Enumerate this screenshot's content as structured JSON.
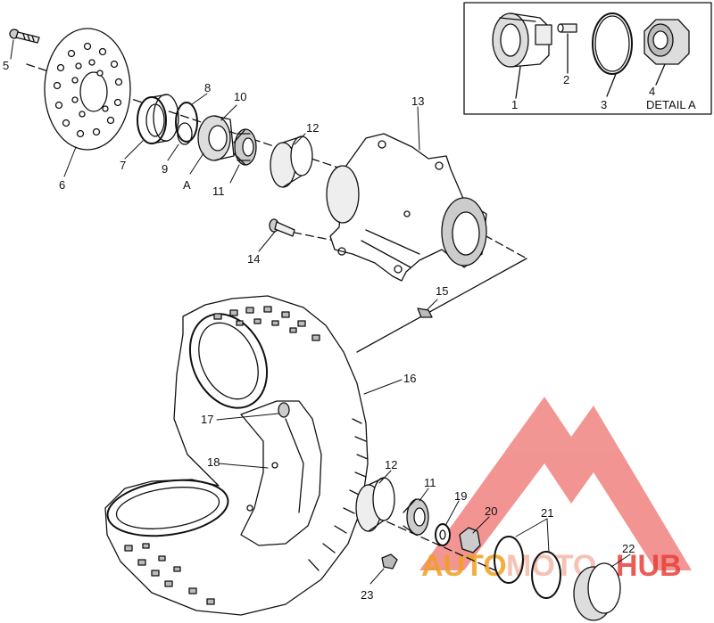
{
  "diagram": {
    "detail_caption": "DETAIL A",
    "detail_ref": "A",
    "callouts": [
      "1",
      "2",
      "3",
      "4",
      "5",
      "6",
      "7",
      "8",
      "9",
      "10",
      "11",
      "12",
      "13",
      "14",
      "15",
      "16",
      "17",
      "18",
      "12",
      "11",
      "19",
      "20",
      "21",
      "22",
      "23"
    ]
  },
  "watermark": {
    "word_part1": "AUTO",
    "word_part2": "MOTO",
    "word_part3": "HUB",
    "colors": {
      "red": "#e8403a",
      "orange": "#f0a020"
    }
  }
}
